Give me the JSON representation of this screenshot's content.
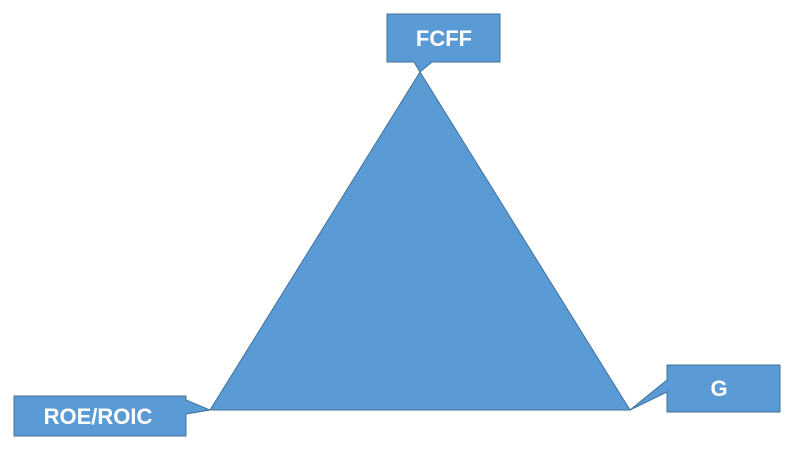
{
  "diagram": {
    "fill_color": "#5b9bd5",
    "stroke_color": "#41719c",
    "label_color": "#ffffff",
    "callouts": {
      "top": {
        "label": "FCFF"
      },
      "bottom_left": {
        "label": "ROE/ROIC"
      },
      "bottom_right": {
        "label": "G"
      }
    }
  }
}
